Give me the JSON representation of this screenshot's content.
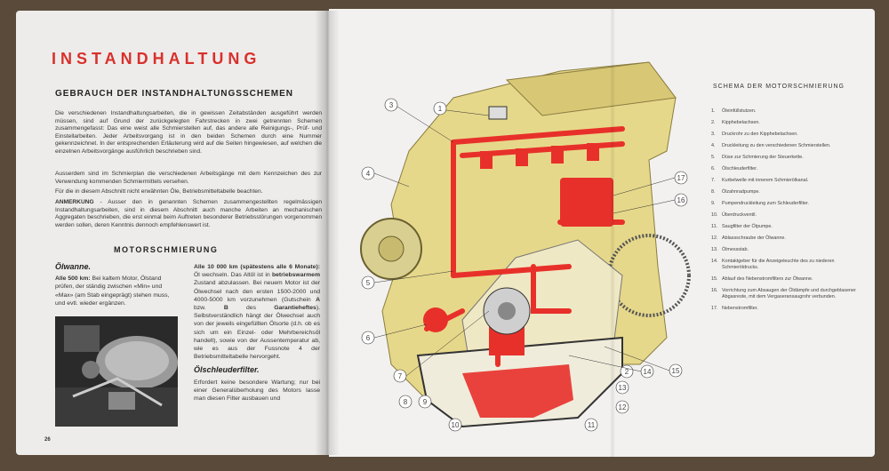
{
  "left_page": {
    "title": "INSTANDHALTUNG",
    "subtitle": "GEBRAUCH DER INSTANDHALTUNGSSCHEMEN",
    "intro": "Die verschiedenen Instandhaltungsarbeiten, die in gewissen Zeitabständen ausgeführt werden müssen, sind auf Grund der zurückgelegten Fahrstrecken in zwei getrennten Schemen zusammengefasst: Das eine weist alle Schmierstellen auf, das andere alle Reinigungs-, Prüf- und Einstellarbeiten. Jeder Arbeitsvorgang ist in den beiden Schemen durch eine Nummer gekennzeichnet. In der entsprechenden Erläuterung wird auf die Seiten hingewiesen, auf welchen die einzelnen Arbeitsvorgänge ausführlich beschrieben sind.",
    "para2": "Ausserdem sind im Schmierplan die verschiedenen Arbeitsgänge mit dem Kennzeichen des zur Verwendung kommenden Schmiermittels versehen.",
    "para3": "Für die in diesem Abschnitt nicht erwähnten Öle, Betriebsmitteltabelle beachten.",
    "note_label": "ANMERKUNG",
    "note_text": " - Ausser den in genannten Schemen zusammengestellten regelmässigen Instandhaltungsarbeiten, sind in diesem Abschnitt auch manche Arbeiten an mechanischen Aggregaten beschrieben, die erst einmal beim Auftreten besonderer Betriebsstörungen vorgenommen werden sollen, deren Kenntnis dennoch empfehlenswert ist.",
    "section_title": "MOTORSCHMIERUNG",
    "col_a_heading": "Ölwanne.",
    "col_a_bold": "Alle 500 km:",
    "col_a_text": " Bei kaltem Motor, Ölstand prüfen, der ständig zwischen «Min» und «Max» (am Stab eingeprägt) stehen muss, und evtl. wieder ergänzen.",
    "col_b_bold1": "Alle 10 000 km (spätestens alle 6 Monate):",
    "col_b_text1": " Öl wechseln. Das Altöl ist in ",
    "col_b_bold2": "betriebswarmem",
    "col_b_text2": " Zustand abzulassen. Bei neuem Motor ist der Ölwechsel nach den ersten 1500-2000 und 4000-5000 km vorzunehmen (Gutschein ",
    "col_b_bold3": "A",
    "col_b_text3": " bzw. ",
    "col_b_bold4": "B",
    "col_b_text4": " des ",
    "col_b_bold5": "Garantieheftes",
    "col_b_text5": "). Selbstverständlich hängt der Ölwechsel auch von der jeweils eingefüllten Ölsorte (d.h. ob es sich um ein Einzel- oder Mehrbereichsöl handelt), sowie von der Aussentemperatur ab, wie es aus der Fussnote 4 der Betriebsmitteltabelle hervorgeht.",
    "filter_heading": "Ölschleuderfilter.",
    "filter_text": "Erfordert keine besondere Wartung; nur bei einer Generalüberholung des Motors lasse man diesen Filter ausbauen und",
    "page_number": "26"
  },
  "right_page": {
    "legend_title": "SCHEMA DER MOTORSCHMIERUNG",
    "items": [
      {
        "n": "1.",
        "text": "Öleinfüllstutzen."
      },
      {
        "n": "2.",
        "text": "Kipphebelachsen."
      },
      {
        "n": "3.",
        "text": "Druckrohr zu den Kipphebelachsen."
      },
      {
        "n": "4.",
        "text": "Druckleitung zu den verschiedenen Schmierstellen."
      },
      {
        "n": "5.",
        "text": "Düse zur Schmierung der Steuerkette."
      },
      {
        "n": "6.",
        "text": "Ölschleuderfilter."
      },
      {
        "n": "7.",
        "text": "Kurbelwelle mit innerem Schmierölkanal."
      },
      {
        "n": "8.",
        "text": "Ölzahnradpumpe."
      },
      {
        "n": "9.",
        "text": "Pumpendruckleitung zum Schleuderfilter."
      },
      {
        "n": "10.",
        "text": "Überdruckventil."
      },
      {
        "n": "11.",
        "text": "Saugfilter der Ölpumpe."
      },
      {
        "n": "12.",
        "text": "Ablassschraube der Ölwanne."
      },
      {
        "n": "13.",
        "text": "Ölmessstab."
      },
      {
        "n": "14.",
        "text": "Kontaktgeber für die Anzeigeleuchte des zu niederen Schmieröldrucks."
      },
      {
        "n": "15.",
        "text": "Ablauf des Nebenstromfilters zur Ölwanne."
      },
      {
        "n": "16.",
        "text": "Vorrichtung zum Absaugen der Öldämpfe und durchgeblasener Abgasreste, mit dem Vergaseransaugrohr verbunden."
      },
      {
        "n": "17.",
        "text": "Nebenstromfilter."
      }
    ],
    "callouts": [
      "1",
      "2",
      "3",
      "4",
      "5",
      "6",
      "7",
      "8",
      "9",
      "10",
      "11",
      "12",
      "13",
      "14",
      "15",
      "16",
      "17"
    ]
  },
  "colors": {
    "title_red": "#d9302c",
    "engine_yellow": "#e6d88a",
    "oil_red": "#e8302a",
    "paper": "#eeecea"
  }
}
